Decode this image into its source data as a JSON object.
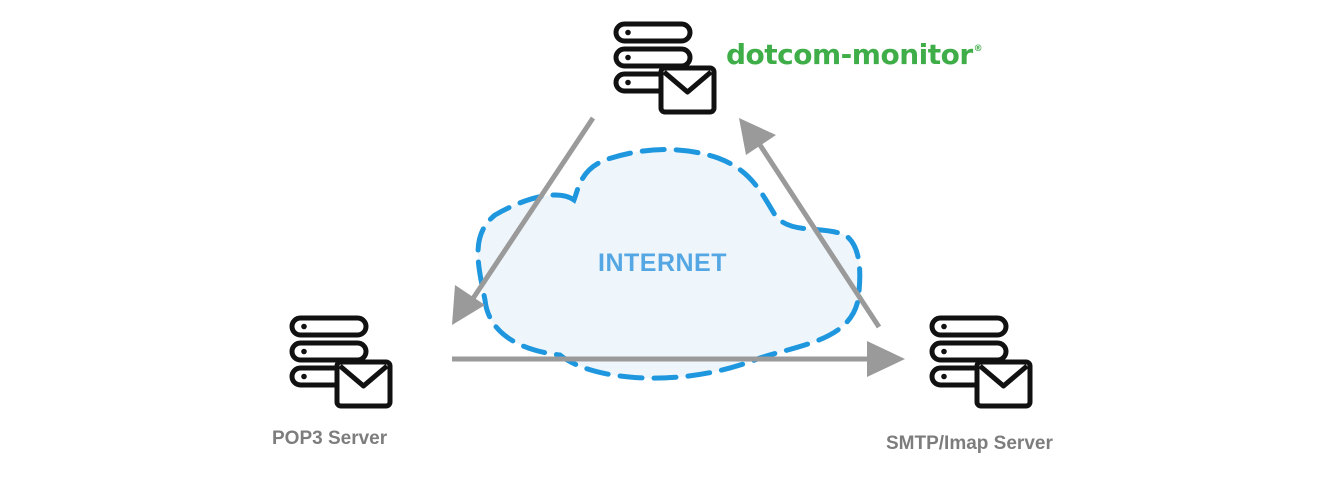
{
  "brand": {
    "name": "dotcom-monitor",
    "mark": "®"
  },
  "cloud": {
    "label": "INTERNET"
  },
  "nodes": {
    "monitor": {
      "icon": "mail-server-icon"
    },
    "pop3": {
      "icon": "mail-server-icon",
      "label": "POP3 Server"
    },
    "smtp": {
      "icon": "mail-server-icon",
      "label": "SMTP/Imap Server"
    }
  },
  "colors": {
    "arrow": "#9a9a9a",
    "cloud_stroke": "#1f97de",
    "cloud_fill": "#eef6fc",
    "cloud_text": "#55a7e3",
    "label": "#7d7d7d",
    "brand": "#3fae49",
    "icon": "#111111"
  }
}
